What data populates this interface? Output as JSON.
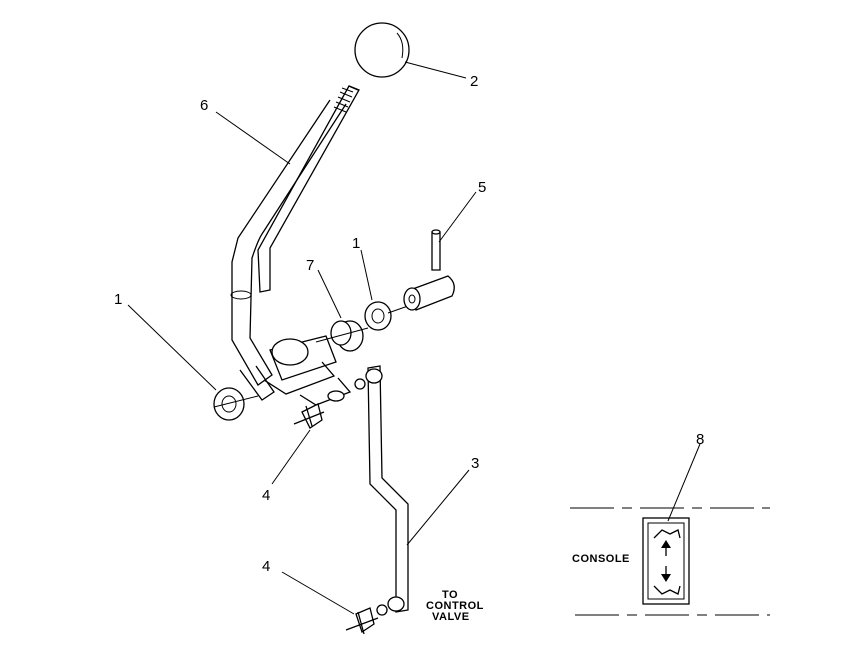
{
  "callouts": {
    "c1_left": "1",
    "c1_mid": "1",
    "c2": "2",
    "c3": "3",
    "c4_upper": "4",
    "c4_lower": "4",
    "c5": "5",
    "c6": "6",
    "c7": "7",
    "c8": "8"
  },
  "notes": {
    "to_control_line1": "TO",
    "to_control_line2": "CONTROL",
    "to_control_line3": "VALVE",
    "console": "CONSOLE"
  }
}
